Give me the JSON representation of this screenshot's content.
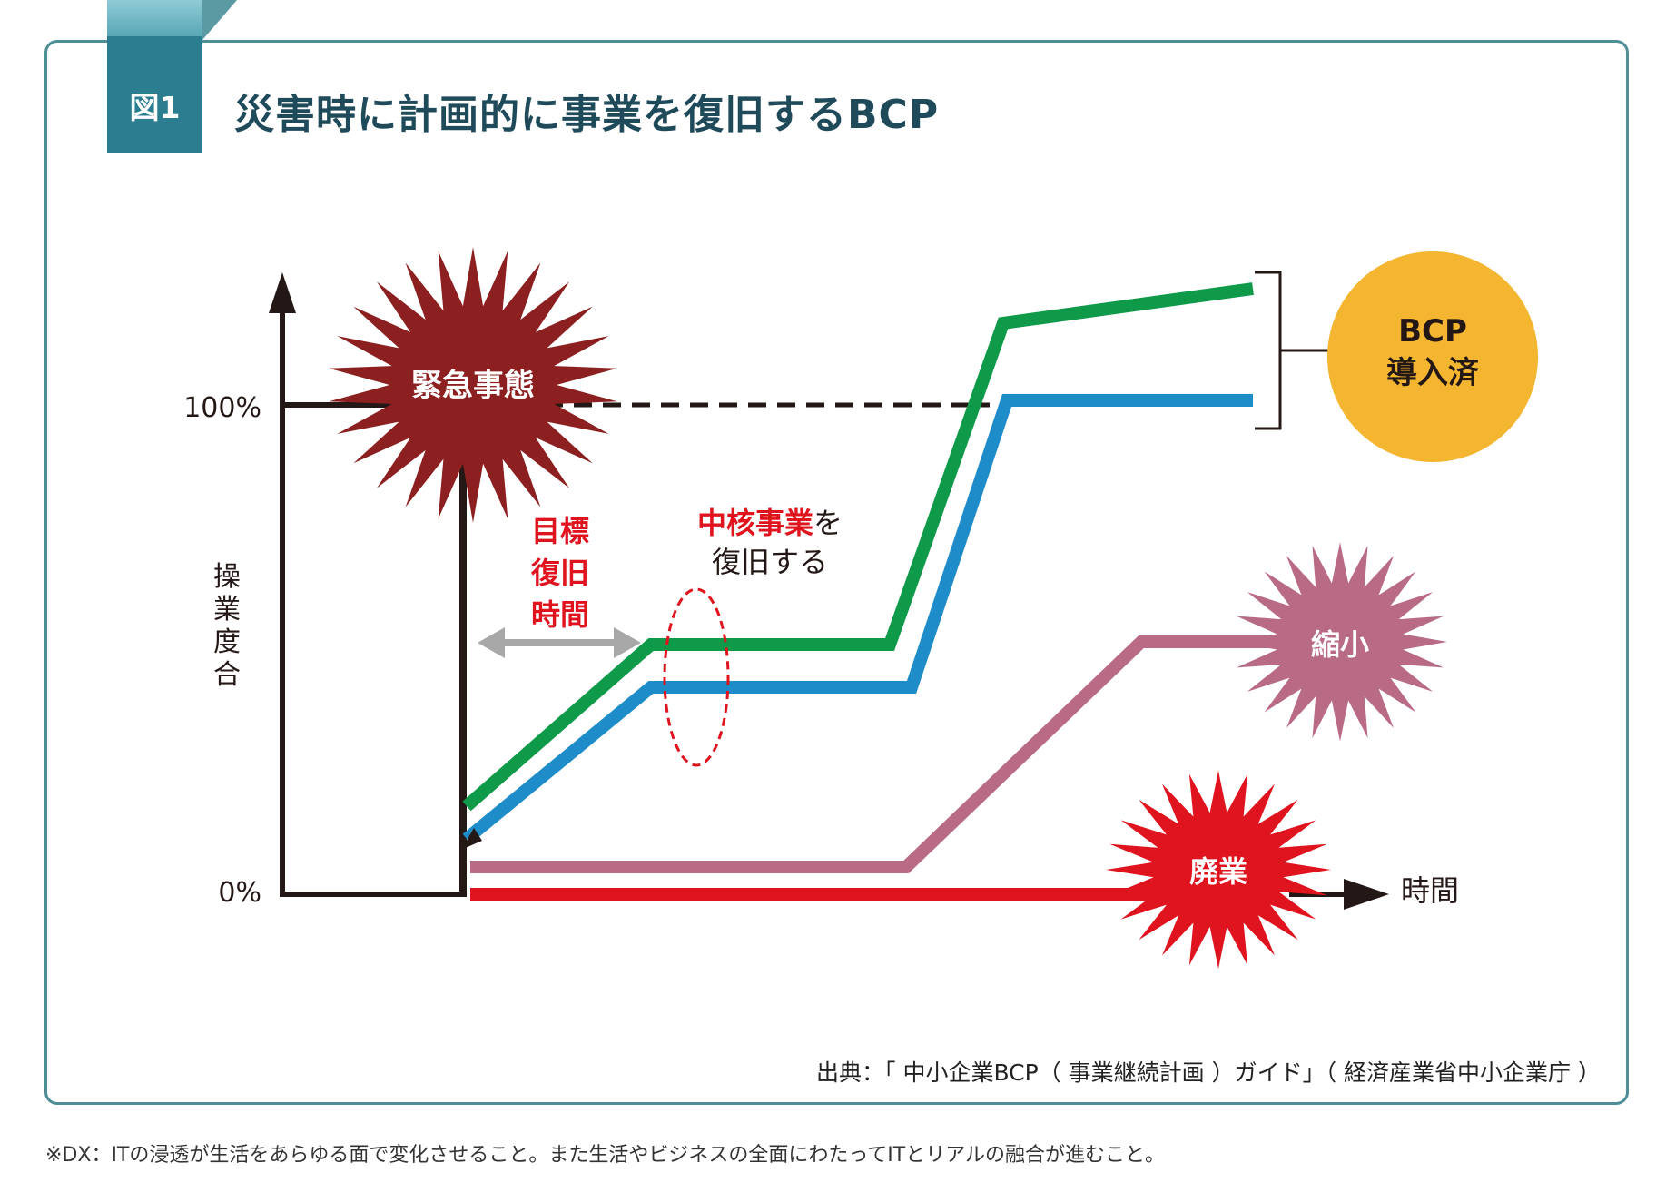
{
  "figure": {
    "badge": "図1",
    "title": "災害時に計画的に事業を復旧するBCP"
  },
  "axes": {
    "y_title_chars": [
      "操",
      "業",
      "度",
      "合"
    ],
    "y_tick_100": "100%",
    "y_tick_0": "0%",
    "x_title": "時間"
  },
  "labels": {
    "emergency": "緊急事態",
    "target_lines": [
      "目標",
      "復旧",
      "時間"
    ],
    "core_red": "中核事業",
    "core_suffix": "を",
    "core_line2": "復旧する",
    "bcp_lines": [
      "BCP",
      "導入済"
    ],
    "shrink": "縮小",
    "closure": "廃業"
  },
  "colors": {
    "green": "#0f9a4a",
    "blue": "#1d8cc8",
    "pink": "#b96b86",
    "red": "#e0141e",
    "dark_red": "#8c1f1f",
    "orange": "#f4b530",
    "gray_arrow": "#a8a8a8",
    "axis": "#231815",
    "accent_red_text": "#e0141e"
  },
  "chart_data": {
    "type": "line",
    "xlabel": "時間",
    "ylabel": "操業度合",
    "y_ticks": [
      "0%",
      "100%"
    ],
    "series": [
      {
        "color": "green",
        "values_desc": [
          "low",
          "mid",
          "mid",
          "above 100%",
          "above 100%"
        ]
      },
      {
        "color": "blue",
        "values_desc": [
          "low",
          "mid",
          "mid",
          "100%",
          "100%"
        ]
      },
      {
        "color": "pink",
        "values_desc": [
          "near 0%",
          "near 0%",
          "mid",
          "mid"
        ]
      },
      {
        "color": "red",
        "values_desc": [
          "0%",
          "0%"
        ]
      }
    ]
  },
  "source": "出典：「 中小企業BCP（ 事業継続計画 ）ガイド」（ 経済産業省中小企業庁 ）",
  "footnote": "※DX：ITの浸透が生活をあらゆる面で変化させること。また生活やビジネスの全面にわたってITとリアルの融合が進むこと。"
}
